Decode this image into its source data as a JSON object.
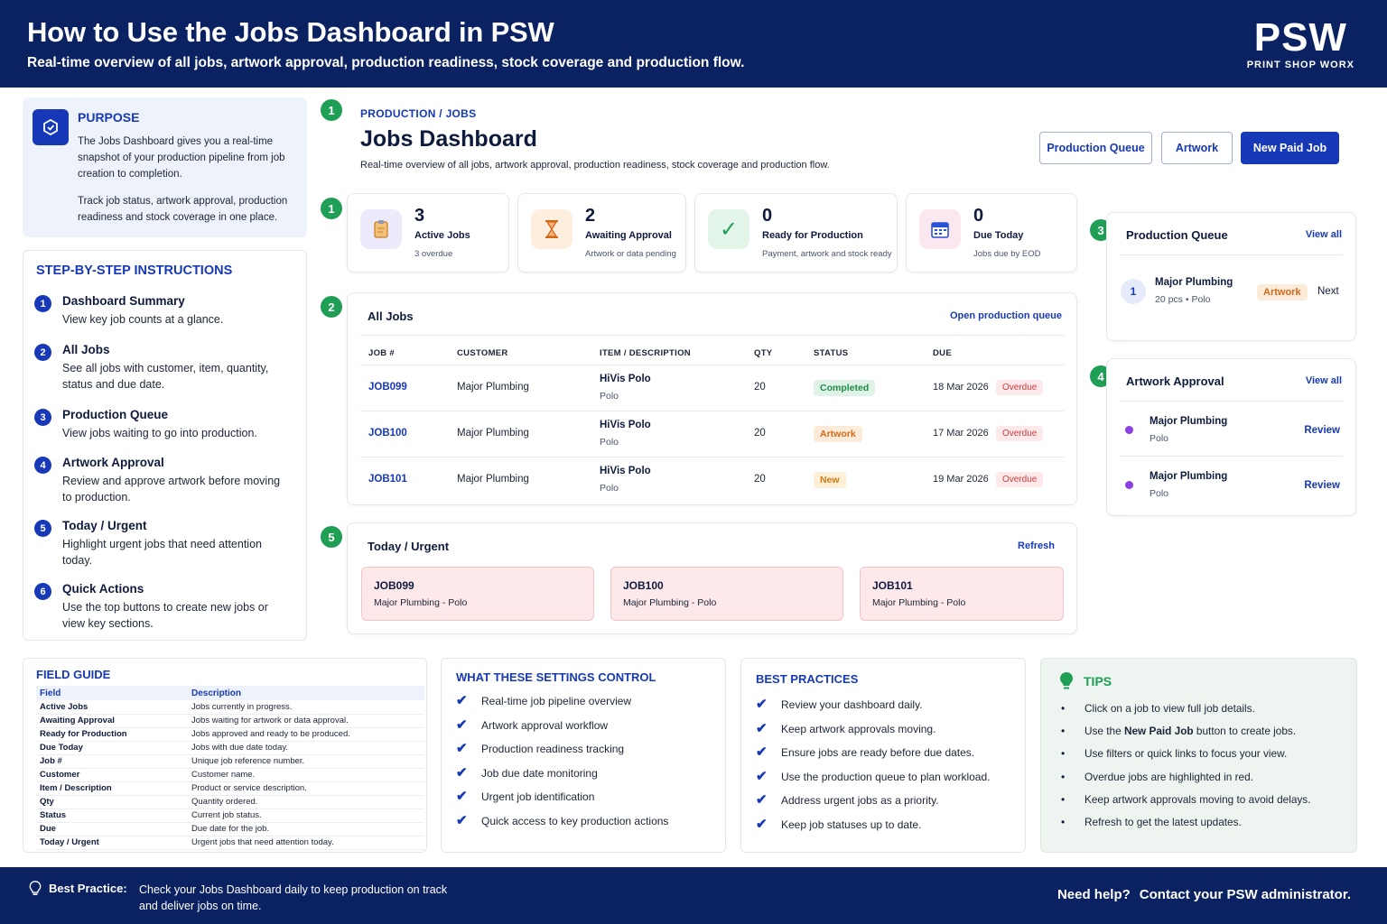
{
  "header": {
    "title": "How to Use the Jobs Dashboard in PSW",
    "subtitle": "Real-time overview of all jobs, artwork approval, production readiness, stock coverage and production flow.",
    "logo_mark": "PSW",
    "logo_tag": "PRINT SHOP WORX"
  },
  "purpose": {
    "title": "PURPOSE",
    "p1": "The Jobs Dashboard gives you a real-time snapshot of your production pipeline from job creation to completion.",
    "p2": "Track job status, artwork approval, production readiness and stock coverage in one place."
  },
  "steps": {
    "title": "STEP-BY-STEP INSTRUCTIONS",
    "items": [
      {
        "num": "1",
        "title": "Dashboard Summary",
        "desc": "View key job counts at a glance."
      },
      {
        "num": "2",
        "title": "All Jobs",
        "desc": "See all jobs with customer, item, quantity, status and due date."
      },
      {
        "num": "3",
        "title": "Production Queue",
        "desc": "View jobs waiting to go into production."
      },
      {
        "num": "4",
        "title": "Artwork Approval",
        "desc": "Review and approve artwork before moving to production."
      },
      {
        "num": "5",
        "title": "Today / Urgent",
        "desc": "Highlight urgent jobs that need attention today."
      },
      {
        "num": "6",
        "title": "Quick Actions",
        "desc": "Use the top buttons to create new jobs or view key sections."
      }
    ]
  },
  "markers": [
    "1",
    "1",
    "2",
    "5",
    "3",
    "4"
  ],
  "dashboard": {
    "breadcrumb": "PRODUCTION / JOBS",
    "title": "Jobs Dashboard",
    "subtitle": "Real-time overview of all jobs, artwork approval, production readiness, stock coverage and production flow.",
    "buttons": {
      "queue": "Production Queue",
      "artwork": "Artwork",
      "new_job": "New Paid Job"
    }
  },
  "stats": [
    {
      "value": "3",
      "label": "Active Jobs",
      "sub": "3 overdue",
      "icon": "clipboard-icon"
    },
    {
      "value": "2",
      "label": "Awaiting Approval",
      "sub": "Artwork or data pending",
      "icon": "hourglass-icon"
    },
    {
      "value": "0",
      "label": "Ready for Production",
      "sub": "Payment, artwork and stock ready",
      "icon": "check-icon"
    },
    {
      "value": "0",
      "label": "Due Today",
      "sub": "Jobs due by EOD",
      "icon": "calendar-icon"
    }
  ],
  "all_jobs": {
    "title": "All Jobs",
    "link": "Open production queue",
    "columns": [
      "JOB #",
      "CUSTOMER",
      "ITEM / DESCRIPTION",
      "QTY",
      "STATUS",
      "DUE"
    ],
    "rows": [
      {
        "job": "JOB099",
        "customer": "Major Plumbing",
        "item": "HiVis Polo",
        "desc": "Polo",
        "qty": "20",
        "status": "Completed",
        "due": "18 Mar 2026",
        "flag": "Overdue"
      },
      {
        "job": "JOB100",
        "customer": "Major Plumbing",
        "item": "HiVis Polo",
        "desc": "Polo",
        "qty": "20",
        "status": "Artwork",
        "due": "17 Mar 2026",
        "flag": "Overdue"
      },
      {
        "job": "JOB101",
        "customer": "Major Plumbing",
        "item": "HiVis Polo",
        "desc": "Polo",
        "qty": "20",
        "status": "New",
        "due": "19 Mar 2026",
        "flag": "Overdue"
      }
    ]
  },
  "urgent": {
    "title": "Today / Urgent",
    "link": "Refresh",
    "items": [
      {
        "job": "JOB099",
        "desc": "Major Plumbing - Polo"
      },
      {
        "job": "JOB100",
        "desc": "Major Plumbing - Polo"
      },
      {
        "job": "JOB101",
        "desc": "Major Plumbing - Polo"
      }
    ]
  },
  "production_queue": {
    "title": "Production Queue",
    "link": "View all",
    "item": {
      "num": "1",
      "name": "Major Plumbing",
      "meta": "20 pcs  •  Polo",
      "status": "Artwork",
      "action": "Next"
    }
  },
  "artwork_approval": {
    "title": "Artwork Approval",
    "link": "View all",
    "items": [
      {
        "name": "Major Plumbing",
        "sub": "Polo",
        "action": "Review"
      },
      {
        "name": "Major Plumbing",
        "sub": "Polo",
        "action": "Review"
      }
    ]
  },
  "field_guide": {
    "title": "FIELD GUIDE",
    "headers": [
      "Field",
      "Description"
    ],
    "rows": [
      [
        "Active Jobs",
        "Jobs currently in progress."
      ],
      [
        "Awaiting Approval",
        "Jobs waiting for artwork or data approval."
      ],
      [
        "Ready for Production",
        "Jobs approved and ready to be produced."
      ],
      [
        "Due Today",
        "Jobs with due date today."
      ],
      [
        "Job #",
        "Unique job reference number."
      ],
      [
        "Customer",
        "Customer name."
      ],
      [
        "Item / Description",
        "Product or service description."
      ],
      [
        "Qty",
        "Quantity ordered."
      ],
      [
        "Status",
        "Current job status."
      ],
      [
        "Due",
        "Due date for the job."
      ],
      [
        "Today / Urgent",
        "Urgent jobs that need attention today."
      ]
    ]
  },
  "settings": {
    "title": "WHAT THESE SETTINGS CONTROL",
    "items": [
      "Real-time job pipeline overview",
      "Artwork approval workflow",
      "Production readiness tracking",
      "Job due date monitoring",
      "Urgent job identification",
      "Quick access to key production actions"
    ]
  },
  "best_practices": {
    "title": "BEST PRACTICES",
    "items": [
      "Review your dashboard daily.",
      "Keep artwork approvals moving.",
      "Ensure jobs are ready before due dates.",
      "Use the production queue to plan workload.",
      "Address urgent jobs as a priority.",
      "Keep job statuses up to date."
    ]
  },
  "tips": {
    "title": "TIPS",
    "items": [
      {
        "pre": "Click on a job to view full job details.",
        "bold": "",
        "post": ""
      },
      {
        "pre": "Use the ",
        "bold": "New Paid Job",
        "post": " button to create jobs."
      },
      {
        "pre": "Use filters or quick links to focus your view.",
        "bold": "",
        "post": ""
      },
      {
        "pre": "Overdue jobs are highlighted in red.",
        "bold": "",
        "post": ""
      },
      {
        "pre": "Keep artwork approvals moving to avoid delays.",
        "bold": "",
        "post": ""
      },
      {
        "pre": "Refresh to get the latest updates.",
        "bold": "",
        "post": ""
      }
    ]
  },
  "footer": {
    "label": "Best Practice:",
    "text": "Check your Jobs Dashboard daily to keep production on track and deliver jobs on time.",
    "help_q": "Need help?",
    "help_a": "Contact your PSW administrator."
  },
  "colors": {
    "navy": "#0b2262",
    "blue": "#1739b8",
    "green": "#1f9e55",
    "red": "#d23b3b",
    "orange": "#d2681a"
  }
}
